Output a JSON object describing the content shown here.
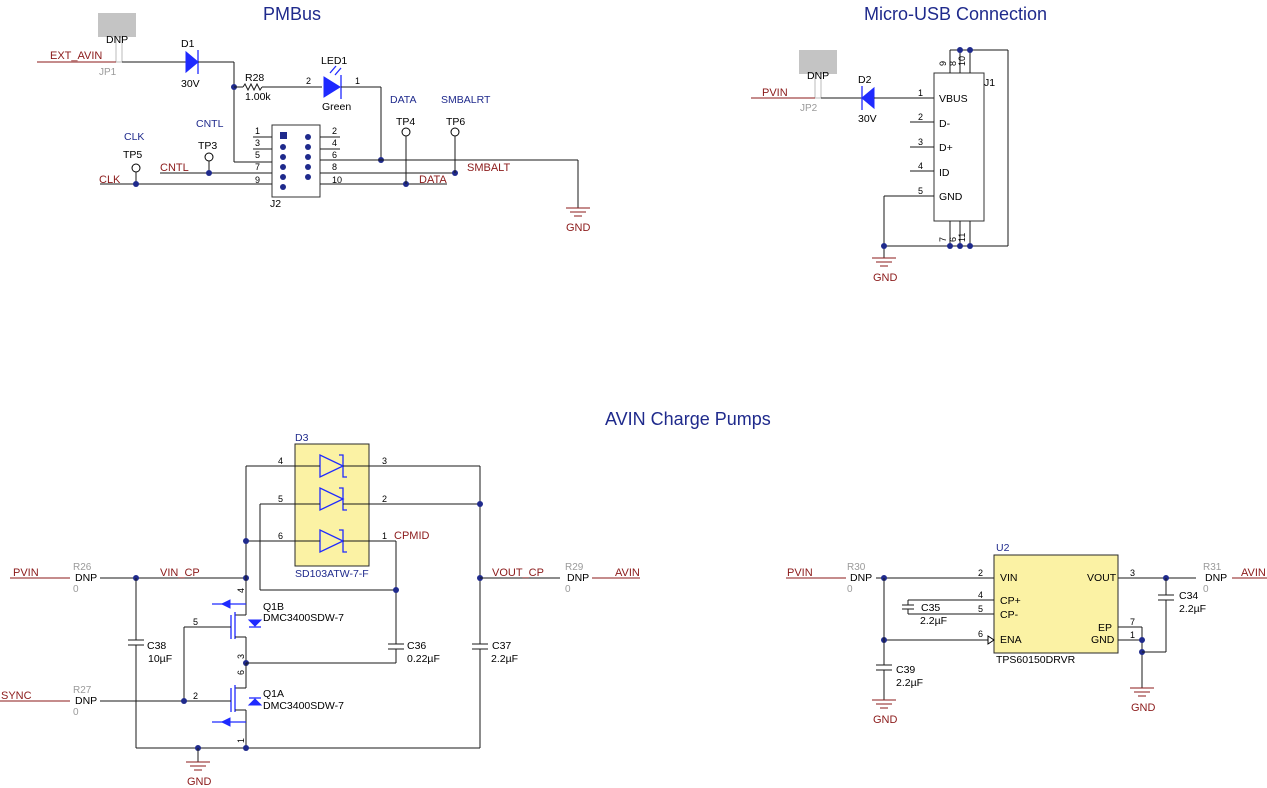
{
  "titles": {
    "pmbus": "PMBus",
    "usb": "Micro-USB Connection",
    "avin": "AVIN Charge Pumps"
  },
  "nets": {
    "ext_avin": "EXT_AVIN",
    "clk": "CLK",
    "cntl": "CNTL",
    "data": "DATA",
    "smbalt": "SMBALT",
    "gnd": "GND",
    "pvin": "PVIN",
    "vin_cp": "VIN_CP",
    "vout_cp": "VOUT_CP",
    "avin": "AVIN",
    "sync": "SYNC",
    "cpmid": "CPMID"
  },
  "labels": {
    "clk": "CLK",
    "cntl": "CNTL",
    "data": "DATA",
    "smbalrt": "SMBALRT",
    "dnp": "DNP",
    "zero": "0"
  },
  "components": {
    "jp1": "JP1",
    "jp2": "JP2",
    "d1": "D1",
    "d1_val": "30V",
    "d2": "D2",
    "d2_val": "30V",
    "r28": "R28",
    "r28_val": "1.00k",
    "led1": "LED1",
    "led1_val": "Green",
    "tp3": "TP3",
    "tp4": "TP4",
    "tp5": "TP5",
    "tp6": "TP6",
    "j1": "J1",
    "j2": "J2",
    "d3": "D3",
    "d3_val": "SD103ATW-7-F",
    "q1a": "Q1A",
    "q1b": "Q1B",
    "q_val": "DMC3400SDW-7",
    "r26": "R26",
    "r27": "R27",
    "r29": "R29",
    "r30": "R30",
    "r31": "R31",
    "c34": "C34",
    "c34_val": "2.2µF",
    "c35": "C35",
    "c35_val": "2.2µF",
    "c36": "C36",
    "c36_val": "0.22µF",
    "c37": "C37",
    "c37_val": "2.2µF",
    "c38": "C38",
    "c38_val": "10µF",
    "c39": "C39",
    "c39_val": "2.2µF",
    "u2": "U2",
    "u2_val": "TPS60150DRVR"
  },
  "j1_pins": [
    "VBUS",
    "D-",
    "D+",
    "ID",
    "GND"
  ],
  "u2_pins": {
    "vin": "VIN",
    "cpp": "CP+",
    "cpm": "CP-",
    "ena": "ENA",
    "vout": "VOUT",
    "ep": "EP",
    "gnd": "GND"
  },
  "colors": {
    "wire": "#1a1a1a",
    "net_label": "#8b1a1a",
    "title": "#1f2a8c",
    "symbol": "#1f2aff",
    "chip_fill": "#fbf2a4"
  }
}
